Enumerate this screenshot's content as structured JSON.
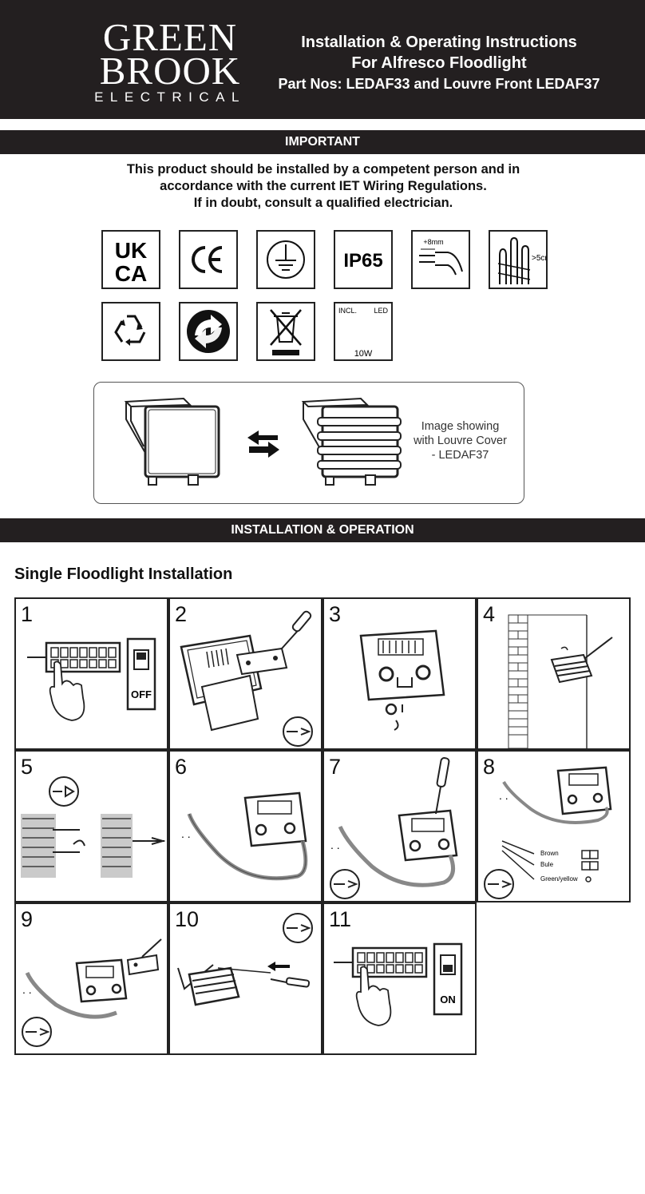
{
  "header": {
    "logo": {
      "line1": "GREEN",
      "line2": "BROOK",
      "line3": "ELECTRICAL"
    },
    "title": "Installation & Operating Instructions",
    "subtitle": "For Alfresco Floodlight",
    "part_numbers": "Part Nos: LEDAF33 and Louvre Front LEDAF37"
  },
  "important": {
    "heading": "IMPORTANT",
    "lines": [
      "This product should be installed by a competent person and in",
      "accordance with the current IET Wiring Regulations.",
      "If in doubt, consult a qualified electrician."
    ]
  },
  "icons": [
    {
      "name": "ukca-mark-icon",
      "text": "UK CA"
    },
    {
      "name": "ce-mark-icon",
      "text": "CE"
    },
    {
      "name": "earth-symbol-icon"
    },
    {
      "name": "ip65-rating-icon",
      "text": "IP65"
    },
    {
      "name": "strip-8mm-icon",
      "text": "+8mm"
    },
    {
      "name": "cable-5cm-icon",
      "text": ">5cm"
    },
    {
      "name": "recycle-icon"
    },
    {
      "name": "green-dot-icon"
    },
    {
      "name": "weee-bin-icon"
    },
    {
      "name": "led-included-icon",
      "incl": "INCL.",
      "led": "LED",
      "watts": "10W"
    }
  ],
  "louvre_caption": [
    "Image showing",
    "with Louvre Cover",
    "- LEDAF37"
  ],
  "installation": {
    "heading": "INSTALLATION & OPERATION",
    "section_title": "Single Floodlight Installation",
    "steps": [
      "1",
      "2",
      "3",
      "4",
      "5",
      "6",
      "7",
      "8",
      "9",
      "10",
      "11"
    ],
    "step1_switch": "OFF",
    "step11_switch": "ON",
    "step8_wires": [
      "Brown",
      "Bule",
      "Green/yellow"
    ]
  }
}
